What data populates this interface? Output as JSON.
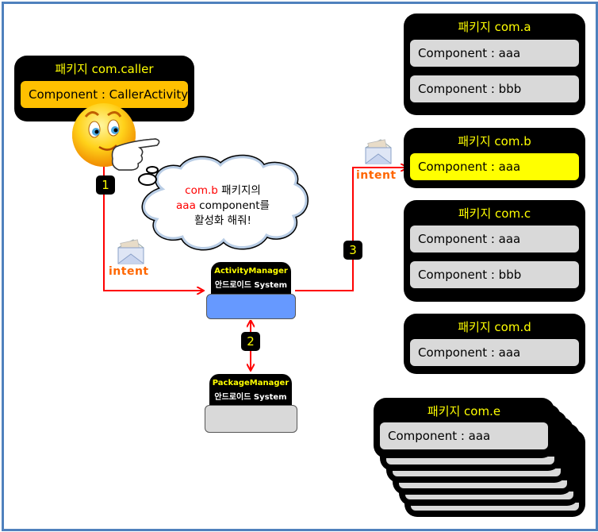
{
  "caller": {
    "title": "패키지 com.caller",
    "component": "Component : CallerActivity",
    "highlight_color": "#ffc000"
  },
  "speech_bubble": {
    "line1_red": "com.b",
    "line1_rest": " 패키지의",
    "line2_red": "aaa",
    "line2_rest": " component를",
    "line3": "활성화 해줘!"
  },
  "steps": {
    "step1": "1",
    "step2": "2",
    "step3": "3"
  },
  "intent_labels": {
    "left": "intent",
    "right": "intent"
  },
  "activity_manager": {
    "name": "ActivityManager",
    "subtitle": "안드로이드 System",
    "color": "#6699ff"
  },
  "package_manager": {
    "name": "PackageManager",
    "subtitle": "안드로이드 System",
    "color": "#d9d9d9"
  },
  "packages": [
    {
      "title": "패키지 com.a",
      "components": [
        "Component : aaa",
        "Component : bbb"
      ]
    },
    {
      "title": "패키지 com.b",
      "components": [
        "Component : aaa"
      ],
      "highlighted": true,
      "highlight_color": "#ffff00"
    },
    {
      "title": "패키지 com.c",
      "components": [
        "Component : aaa",
        "Component : bbb"
      ]
    },
    {
      "title": "패키지 com.d",
      "components": [
        "Component : aaa"
      ]
    },
    {
      "title": "패키지 com.e",
      "components": [
        "Component : aaa"
      ],
      "stacked": true
    }
  ],
  "icons": {
    "smiley": "smiley-face-pointing-icon",
    "envelope": "open-envelope-icon"
  },
  "colors": {
    "frame": "#4f81bd",
    "arrow": "#ff0000",
    "title_text": "#ffff00",
    "intent_text": "#ff6600"
  }
}
